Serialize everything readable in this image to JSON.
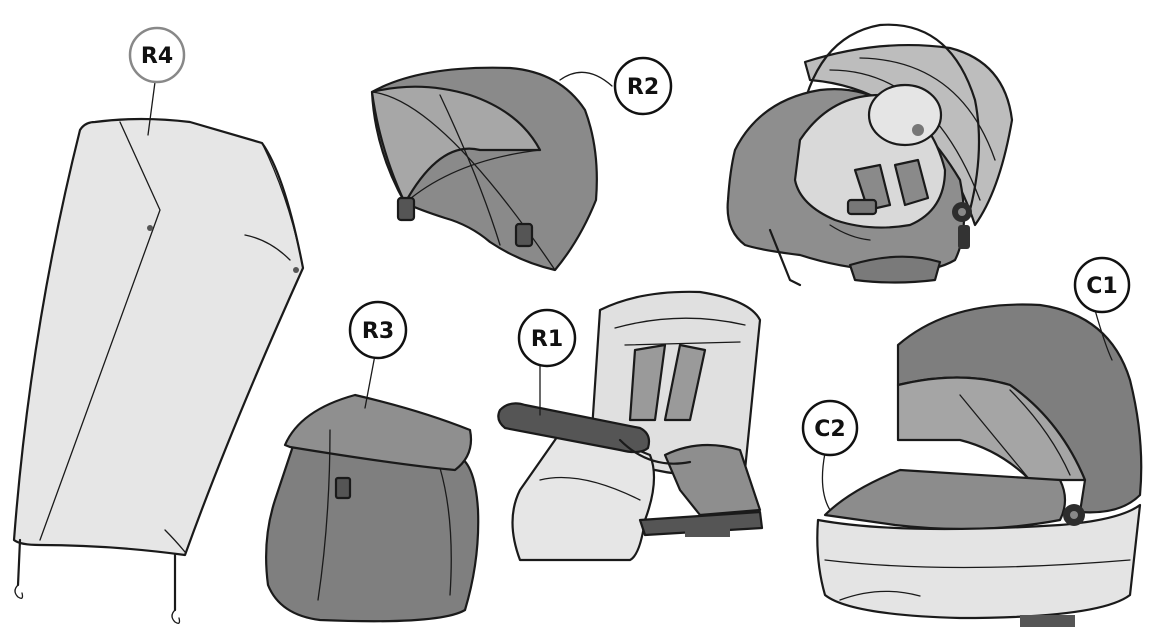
{
  "callouts": {
    "r4": "R4",
    "r2": "R2",
    "r3": "R3",
    "r1": "R1",
    "c1": "C1",
    "c2": "C2"
  },
  "colors": {
    "fabric_dark": "#7d7d7d",
    "fabric_mid": "#a3a3a3",
    "fabric_light": "#d6d6d6",
    "rain_cover": "#e4e4e4",
    "frame_dark": "#4a4a4a",
    "outline": "#1a1a1a"
  }
}
